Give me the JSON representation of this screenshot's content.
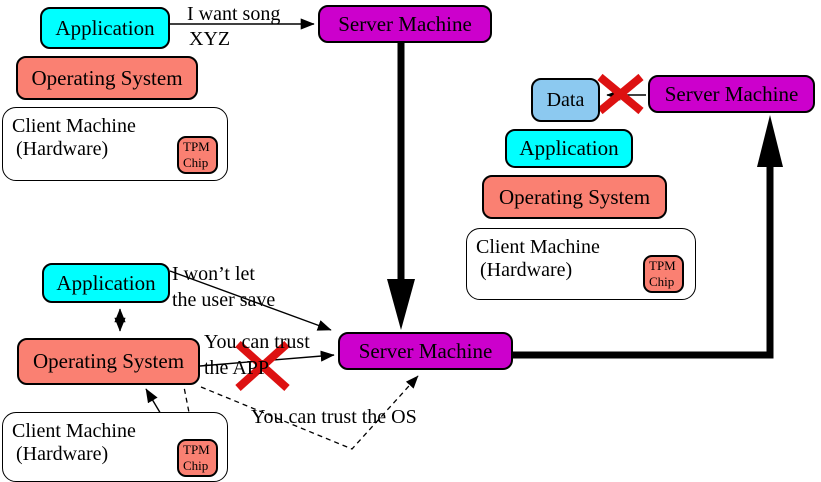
{
  "colors": {
    "application_fill": "#00FFFF",
    "os_fill": "#FA8072",
    "server_fill": "#CC00CC",
    "data_fill": "#8CC9F0",
    "tpm_fill": "#FA8072",
    "client_fill": "#FFFFFF",
    "line_color": "#000000",
    "x_mark_color": "#DD1111",
    "background": "#FFFFFF"
  },
  "labels": {
    "application": "Application",
    "operating_system": "Operating System",
    "client_machine_line1": "Client Machine",
    "client_machine_line2": "(Hardware)",
    "tpm_chip_line1": "TPM",
    "tpm_chip_line2": "Chip",
    "server_machine": "Server Machine",
    "data": "Data"
  },
  "messages": {
    "song_request_line1": "I want song",
    "song_request_line2": "XYZ",
    "app_promise_line1": "I won’t let",
    "app_promise_line2": "the user save",
    "os_vouch_line1": "You can trust",
    "os_vouch_line2": "the APP",
    "tpm_vouch": "You can trust the OS"
  }
}
